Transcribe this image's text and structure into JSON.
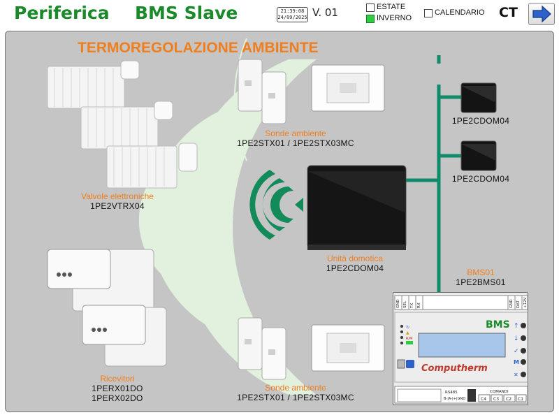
{
  "header": {
    "title_left": "Periferica",
    "title_right": "BMS Slave",
    "clock_time": "21:39:08",
    "clock_date": "24/09/2025",
    "version": "V. 01",
    "estate_label": "ESTATE",
    "inverno_label": "INVERNO",
    "calendario_label": "CALENDARIO",
    "ct_label": "CT",
    "inverno_checked": true,
    "estate_checked": false,
    "calendario_checked": false
  },
  "panel": {
    "title": "TERMOREGOLAZIONE AMBIENTE",
    "valvole": {
      "label": "Valvole elettroniche",
      "code": "1PE2VTRX04"
    },
    "sonde_top": {
      "label": "Sonde ambiente",
      "code": "1PE2STX01 / 1PE2STX03MC"
    },
    "unita": {
      "label": "Unità domotica",
      "code": "1PE2CDOM04"
    },
    "ricevitori": {
      "label": "Ricevitori",
      "code1": "1PERX01DO",
      "code2": "1PERX02DO"
    },
    "sonde_bottom": {
      "label": "Sonde ambiente",
      "code": "1PE2STX01 / 1PE2STX03MC"
    },
    "cdom_a": "1PE2CDOM04",
    "cdom_b": "1PE2CDOM04",
    "bms_label": "BMS01",
    "bms_code": "1PE2BMS01"
  },
  "bms_module": {
    "brand": "BMS",
    "logo": "Computherm",
    "term_gnd": "GND",
    "term_sel": "SEL",
    "term_tx": "TX",
    "term_rx": "RX",
    "term_gnd2": "GND",
    "term_dat": "DAT",
    "term_12v": "+12V",
    "rs485": "RS485",
    "rs485_pins": "B-|A-|+|GND",
    "comandi": "COMANDI",
    "c4": "C4",
    "c3": "C3",
    "c2": "C2",
    "c1": "C1",
    "led_rm": "R/M"
  },
  "colors": {
    "title_green": "#1a8a2a",
    "accent_orange": "#f07e1e",
    "bus_green": "#0f8a6a",
    "wave_green": "#dff3da",
    "arrow_blue": "#2e62c8"
  }
}
